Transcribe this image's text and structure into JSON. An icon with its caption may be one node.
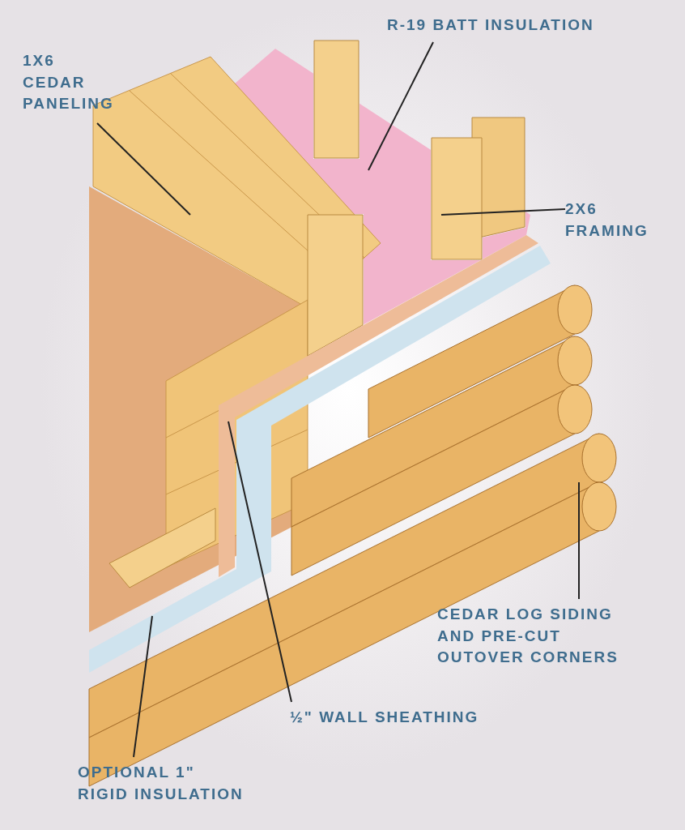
{
  "diagram": {
    "nodes": [
      {
        "text": [
          "1X6 CEDAR PANELING"
        ]
      },
      {
        "text": [
          "R-19 BATT INSULATION"
        ]
      },
      {
        "text": [
          "2X6 FRAMING"
        ]
      },
      {
        "text": [
          "CEDAR LOG SIDING AND PRE-CUT OUTOVER CORNERS"
        ]
      },
      {
        "text": [
          "½\" WALL SHEATHING"
        ]
      },
      {
        "text": [
          "OPTIONAL 1\" RIGID INSULATION"
        ]
      },
      {
        "text": [],
        "shape": "picture"
      },
      {
        "text": [],
        "shape": "picture"
      },
      {
        "text": [],
        "shape": "picture"
      },
      {
        "text": [],
        "shape": "picture"
      },
      {
        "text": [],
        "shape": "picture"
      },
      {
        "text": [],
        "shape": "picture"
      }
    ],
    "edges": [
      {
        "from": 0,
        "to": 6,
        "arrow": "none"
      },
      {
        "from": 1,
        "to": 7,
        "arrow": "none"
      },
      {
        "from": 2,
        "to": 8,
        "arrow": "none"
      },
      {
        "from": 3,
        "to": 9,
        "arrow": "none"
      },
      {
        "from": 4,
        "to": 10,
        "arrow": "none"
      },
      {
        "from": 5,
        "to": 11,
        "arrow": "none"
      }
    ]
  }
}
